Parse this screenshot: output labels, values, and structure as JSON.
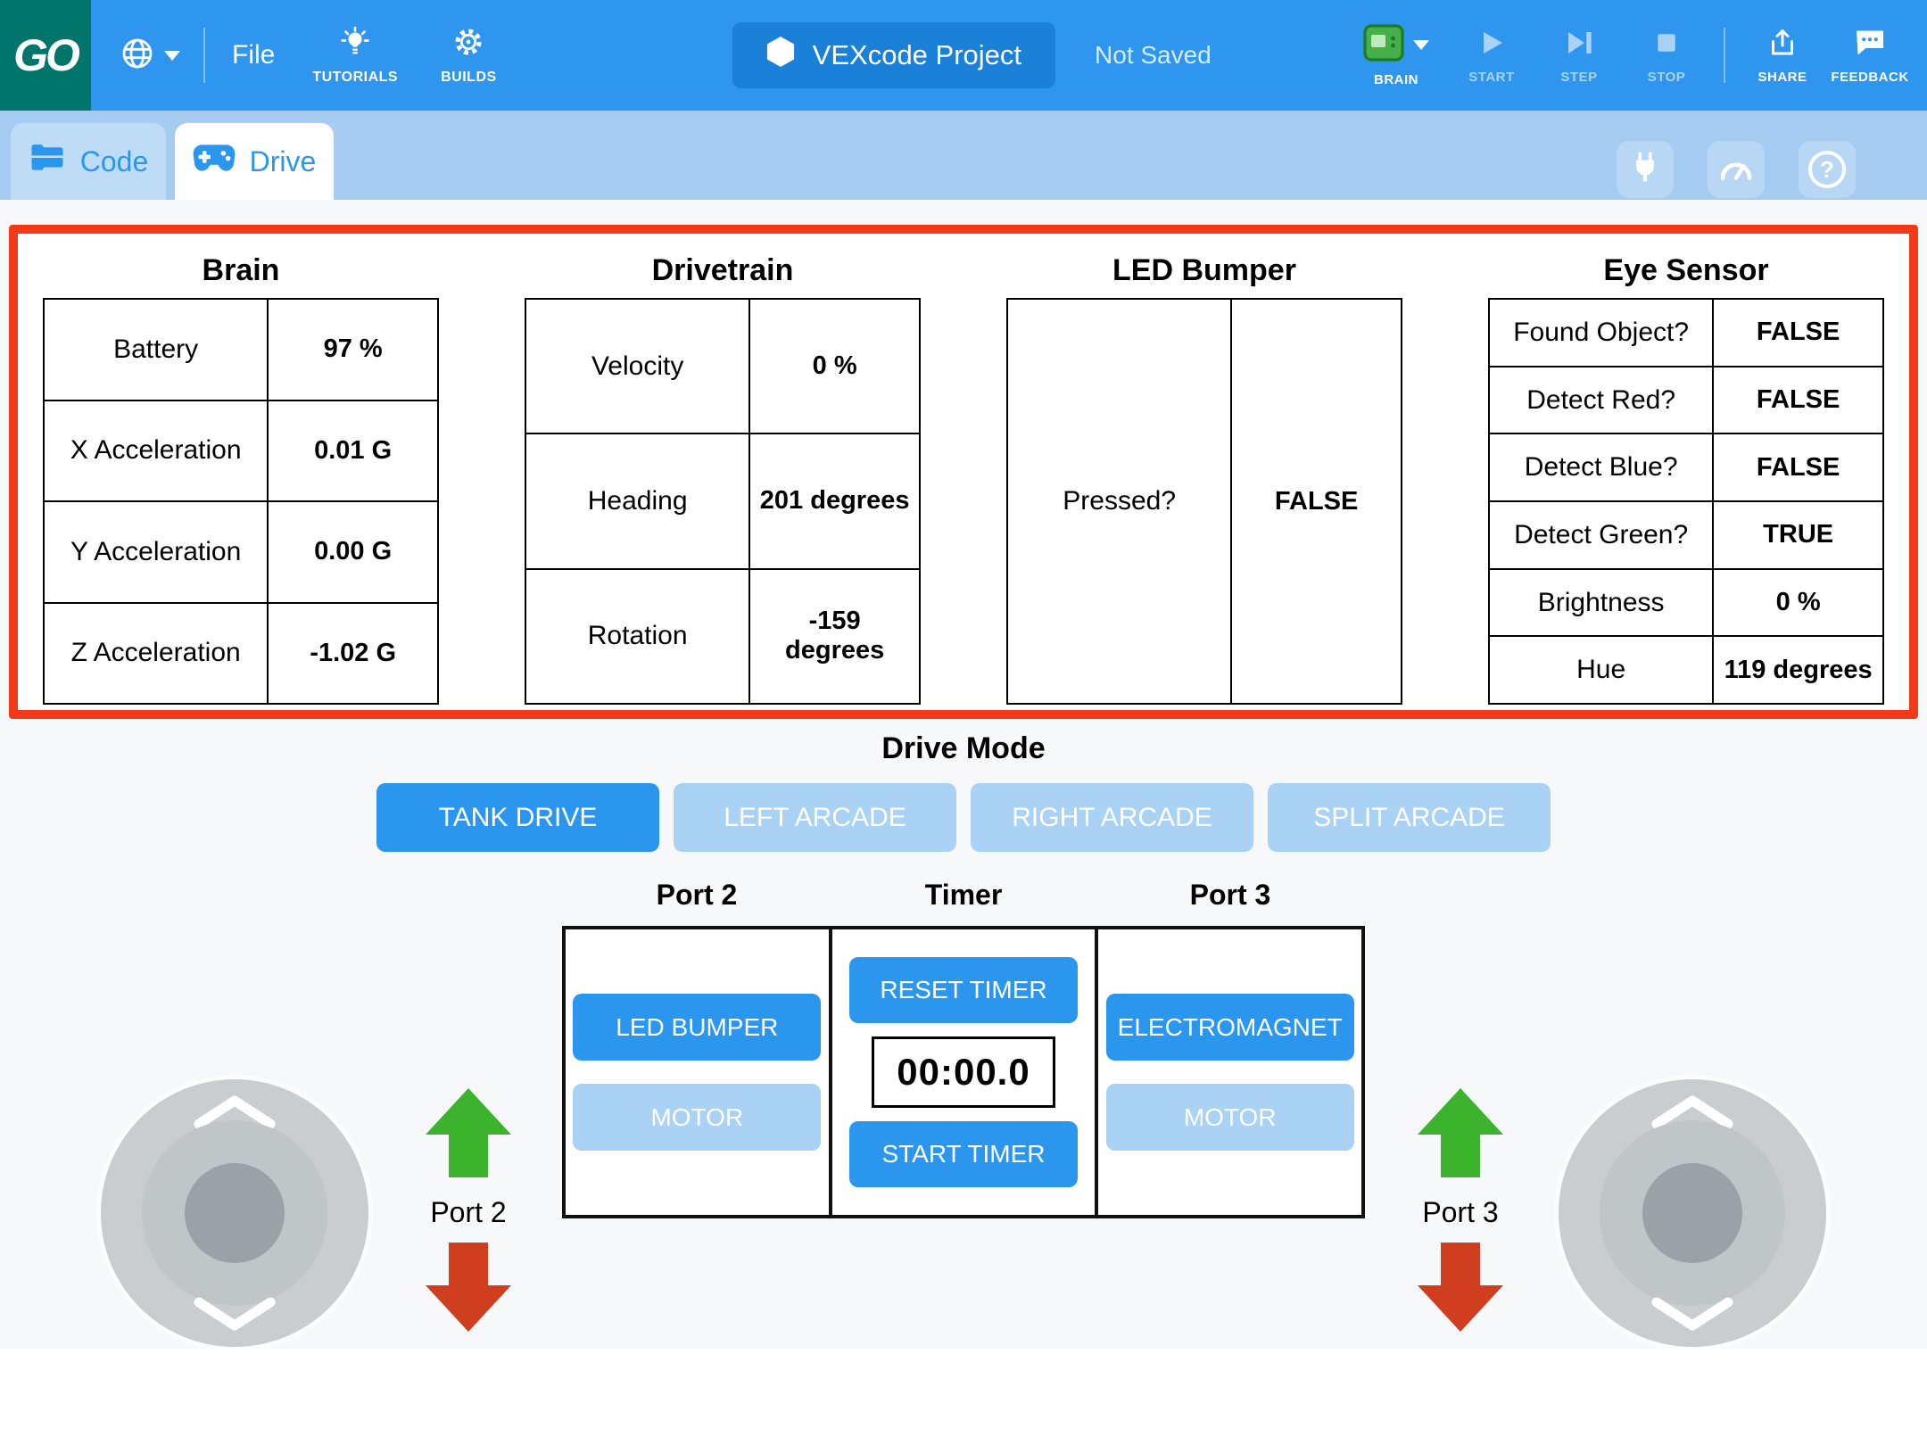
{
  "topbar": {
    "logo": "GO",
    "file_label": "File",
    "tutorials_label": "TUTORIALS",
    "builds_label": "BUILDS",
    "project_name": "VEXcode Project",
    "save_status": "Not Saved",
    "brain_label": "BRAIN",
    "start_label": "START",
    "step_label": "STEP",
    "stop_label": "STOP",
    "share_label": "SHARE",
    "feedback_label": "FEEDBACK"
  },
  "tabbar": {
    "code_label": "Code",
    "drive_label": "Drive",
    "help_glyph": "?"
  },
  "monitor": {
    "brain": {
      "title": "Brain",
      "rows": [
        {
          "label": "Battery",
          "value": "97 %"
        },
        {
          "label": "X Acceleration",
          "value": "0.01 G"
        },
        {
          "label": "Y Acceleration",
          "value": "0.00 G"
        },
        {
          "label": "Z Acceleration",
          "value": "-1.02 G"
        }
      ]
    },
    "drivetrain": {
      "title": "Drivetrain",
      "rows": [
        {
          "label": "Velocity",
          "value": "0 %"
        },
        {
          "label": "Heading",
          "value": "201 degrees"
        },
        {
          "label": "Rotation",
          "value": "-159 degrees"
        }
      ]
    },
    "led_bumper": {
      "title": "LED Bumper",
      "rows": [
        {
          "label": "Pressed?",
          "value": "FALSE"
        }
      ]
    },
    "eye_sensor": {
      "title": "Eye Sensor",
      "rows": [
        {
          "label": "Found Object?",
          "value": "FALSE"
        },
        {
          "label": "Detect Red?",
          "value": "FALSE"
        },
        {
          "label": "Detect Blue?",
          "value": "FALSE"
        },
        {
          "label": "Detect Green?",
          "value": "TRUE"
        },
        {
          "label": "Brightness",
          "value": "0 %"
        },
        {
          "label": "Hue",
          "value": "119 degrees"
        }
      ]
    }
  },
  "drive_mode": {
    "title": "Drive Mode",
    "buttons": [
      {
        "label": "TANK DRIVE",
        "active": true
      },
      {
        "label": "LEFT ARCADE",
        "active": false
      },
      {
        "label": "RIGHT ARCADE",
        "active": false
      },
      {
        "label": "SPLIT ARCADE",
        "active": false
      }
    ]
  },
  "ports": {
    "port2_header": "Port 2",
    "timer_header": "Timer",
    "port3_header": "Port 3",
    "port2_buttons": [
      {
        "label": "LED BUMPER",
        "active": true
      },
      {
        "label": "MOTOR",
        "active": false
      }
    ],
    "timer": {
      "reset_label": "RESET TIMER",
      "display": "00:00.0",
      "start_label": "START TIMER"
    },
    "port3_buttons": [
      {
        "label": "ELECTROMAGNET",
        "active": true
      },
      {
        "label": "MOTOR",
        "active": false
      }
    ],
    "port2_label": "Port 2",
    "port3_label": "Port 3"
  },
  "icons": {
    "topbar": [
      "globe-icon",
      "lightbulb-icon",
      "gear-icon",
      "hexagon-icon",
      "brain-icon",
      "play-icon",
      "step-icon",
      "stop-icon",
      "share-icon",
      "feedback-icon"
    ],
    "tabbar": [
      "code-blocks-icon",
      "gamepad-icon",
      "cable-plug-icon",
      "gauge-icon",
      "help-icon"
    ],
    "controls": [
      "arrow-up-icon",
      "arrow-down-icon",
      "chevron-up-icon",
      "chevron-down-icon"
    ]
  },
  "colors": {
    "topbar_blue": "#2e96ee",
    "project_pill_blue": "#1b80d8",
    "logo_teal": "#00756b",
    "tabbar_blue": "#a6cdf1",
    "accent_blue": "#2b96ee",
    "inactive_blue": "#a9d2f5",
    "panel_border_red": "#f23a1a",
    "arrow_green": "#3cb32d",
    "arrow_red": "#cf3e1e",
    "brain_green": "#45b049"
  }
}
